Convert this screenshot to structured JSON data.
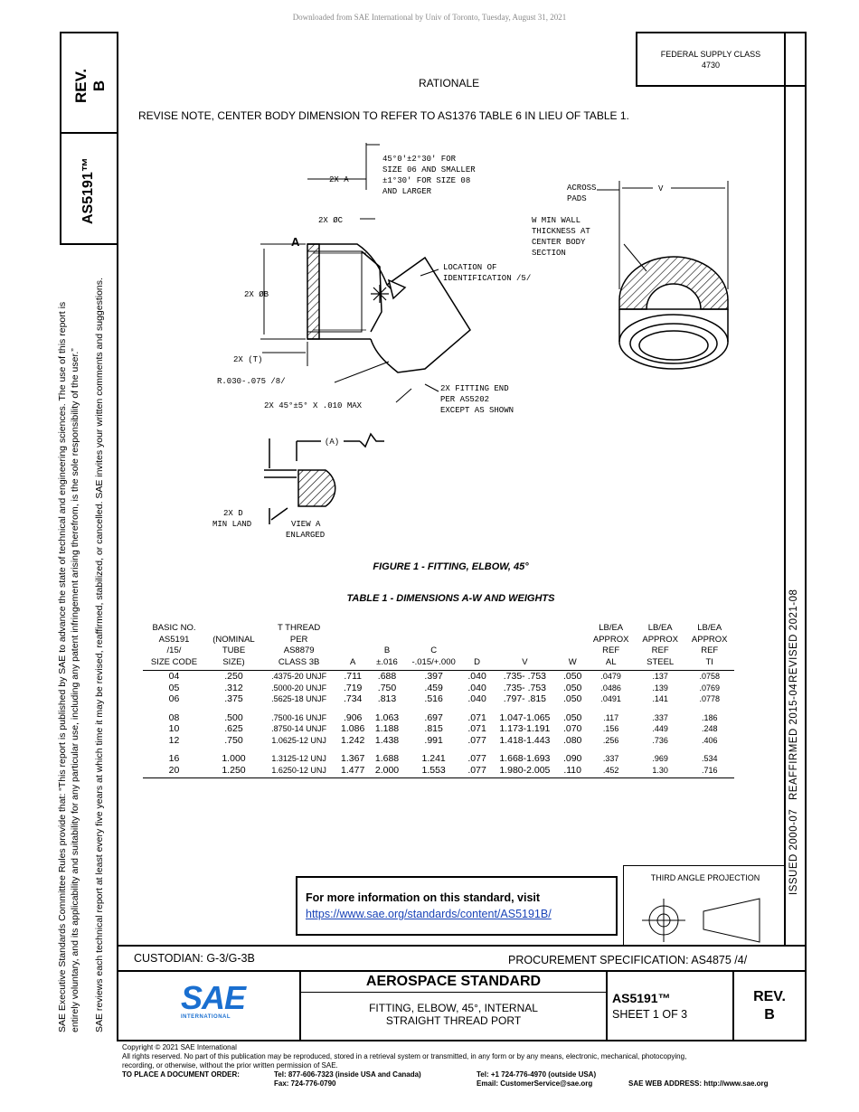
{
  "download_notice": "Downloaded from SAE International by Univ of Toronto, Tuesday, August 31, 2021",
  "side": {
    "rev_label": "REV.",
    "rev_value": "B",
    "doc_number": "AS5191™",
    "legal_line1": "SAE Executive Standards Committee Rules provide that: “This report is published by SAE to advance the state of technical and engineering sciences. The use of this report is",
    "legal_line2": "entirely voluntary, and its applicability and suitability for any particular use, including any patent infringement arising therefrom, is the sole responsibility of the user.”",
    "legal_line3": "SAE reviews each technical report at least every five years at which time it may be revised, reaffirmed, stabilized, or cancelled. SAE invites your written comments and suggestions."
  },
  "right_strip": {
    "issued": "ISSUED 2000-07",
    "reaffirmed": "REAFFIRMED 2015-04",
    "revised": "REVISED 2021-08"
  },
  "federal_supply": {
    "line1": "FEDERAL SUPPLY CLASS",
    "line2": "4730"
  },
  "rationale": {
    "heading": "RATIONALE",
    "text": "REVISE NOTE, CENTER BODY DIMENSION TO REFER TO AS1376 TABLE 6 IN LIEU OF TABLE 1."
  },
  "figure": {
    "caption": "FIGURE 1 - FITTING, ELBOW, 45°",
    "labels": {
      "angle1": "45°0'±2°30' FOR",
      "angle2": "SIZE 06 AND SMALLER",
      "angle3": "±1°30' FOR SIZE 08",
      "angle4": "AND LARGER",
      "twoxa": "2X A",
      "twoxc": "2X ØC",
      "twoxb": "2X ØB",
      "view_a_letter": "A",
      "loc1": "LOCATION OF",
      "loc2": "IDENTIFICATION /5/",
      "twoxt": "2X (T)",
      "radius": "R.030-.075 /8/",
      "chamfer": "2X 45°±5° X .010 MAX",
      "fit1": "2X FITTING END",
      "fit2": "PER AS5202",
      "fit3": "EXCEPT AS SHOWN",
      "across1": "ACROSS",
      "across2": "PADS",
      "v": "V",
      "wall1": "W MIN WALL",
      "wall2": "THICKNESS AT",
      "wall3": "CENTER BODY",
      "wall4": "SECTION",
      "a_paren": "(A)",
      "d1": "2X D",
      "d2": "MIN LAND",
      "va1": "VIEW A",
      "va2": "ENLARGED"
    }
  },
  "table": {
    "caption": "TABLE 1 - DIMENSIONS A-W AND WEIGHTS",
    "headers": [
      [
        "BASIC NO.",
        "AS5191",
        "/15/",
        "SIZE CODE"
      ],
      [
        "",
        "(NOMINAL",
        "TUBE",
        "SIZE)"
      ],
      [
        "T THREAD",
        "PER",
        "AS8879",
        "CLASS 3B"
      ],
      [
        "",
        "",
        "",
        "A"
      ],
      [
        "",
        "",
        "B",
        "±.016"
      ],
      [
        "",
        "",
        "C",
        "-.015/+.000"
      ],
      [
        "",
        "",
        "",
        "D"
      ],
      [
        "",
        "",
        "",
        "V"
      ],
      [
        "",
        "",
        "",
        "W"
      ],
      [
        "LB/EA",
        "APPROX",
        "REF",
        "AL"
      ],
      [
        "LB/EA",
        "APPROX",
        "REF",
        "STEEL"
      ],
      [
        "LB/EA",
        "APPROX",
        "REF",
        "TI"
      ]
    ],
    "rows": [
      [
        "04",
        ".250",
        ".4375-20 UNJF",
        ".711",
        ".688",
        ".397",
        ".040",
        ".735- .753",
        ".050",
        ".0479",
        ".137",
        ".0758"
      ],
      [
        "05",
        ".312",
        ".5000-20 UNJF",
        ".719",
        ".750",
        ".459",
        ".040",
        ".735- .753",
        ".050",
        ".0486",
        ".139",
        ".0769"
      ],
      [
        "06",
        ".375",
        ".5625-18 UNJF",
        ".734",
        ".813",
        ".516",
        ".040",
        ".797- .815",
        ".050",
        ".0491",
        ".141",
        ".0778"
      ],
      [
        "08",
        ".500",
        ".7500-16 UNJF",
        ".906",
        "1.063",
        ".697",
        ".071",
        "1.047-1.065",
        ".050",
        ".117",
        ".337",
        ".186"
      ],
      [
        "10",
        ".625",
        ".8750-14 UNJF",
        "1.086",
        "1.188",
        ".815",
        ".071",
        "1.173-1.191",
        ".070",
        ".156",
        ".449",
        ".248"
      ],
      [
        "12",
        ".750",
        "1.0625-12 UNJ",
        "1.242",
        "1.438",
        ".991",
        ".077",
        "1.418-1.443",
        ".080",
        ".256",
        ".736",
        ".406"
      ],
      [
        "16",
        "1.000",
        "1.3125-12 UNJ",
        "1.367",
        "1.688",
        "1.241",
        ".077",
        "1.668-1.693",
        ".090",
        ".337",
        ".969",
        ".534"
      ],
      [
        "20",
        "1.250",
        "1.6250-12 UNJ",
        "1.477",
        "2.000",
        "1.553",
        ".077",
        "1.980-2.005",
        ".110",
        ".452",
        "1.30",
        ".716"
      ]
    ]
  },
  "info": {
    "title": "For more information on this standard, visit",
    "link": "https://www.sae.org/standards/content/AS5191B/"
  },
  "projection": {
    "label": "THIRD ANGLE PROJECTION"
  },
  "footer": {
    "custodian": "CUSTODIAN: G-3/G-3B",
    "procurement": "PROCUREMENT SPECIFICATION: AS4875 /4/",
    "logo_text": "SAE",
    "logo_sub": "INTERNATIONAL",
    "aero": "AEROSPACE STANDARD",
    "title1": "FITTING, ELBOW, 45°, INTERNAL",
    "title2": "STRAIGHT THREAD PORT",
    "doc": "AS5191™",
    "sheet": "SHEET 1 OF 3",
    "rev_label": "REV.",
    "rev_value": "B"
  },
  "copyright": {
    "line1": "Copyright © 2021 SAE International",
    "line2": "All rights reserved. No part of this publication may be reproduced, stored in a retrieval system or transmitted, in any form or by any means, electronic, mechanical, photocopying,",
    "line3": "recording, or otherwise, without the prior written permission of SAE.",
    "order_label": "TO PLACE A DOCUMENT ORDER:",
    "tel_usa": "Tel: 877-606-7323 (inside USA and Canada)",
    "fax": "Fax: 724-776-0790",
    "tel_out": "Tel: +1 724-776-4970 (outside USA)",
    "email": "Email: CustomerService@sae.org",
    "web": "SAE WEB ADDRESS: http://www.sae.org"
  }
}
